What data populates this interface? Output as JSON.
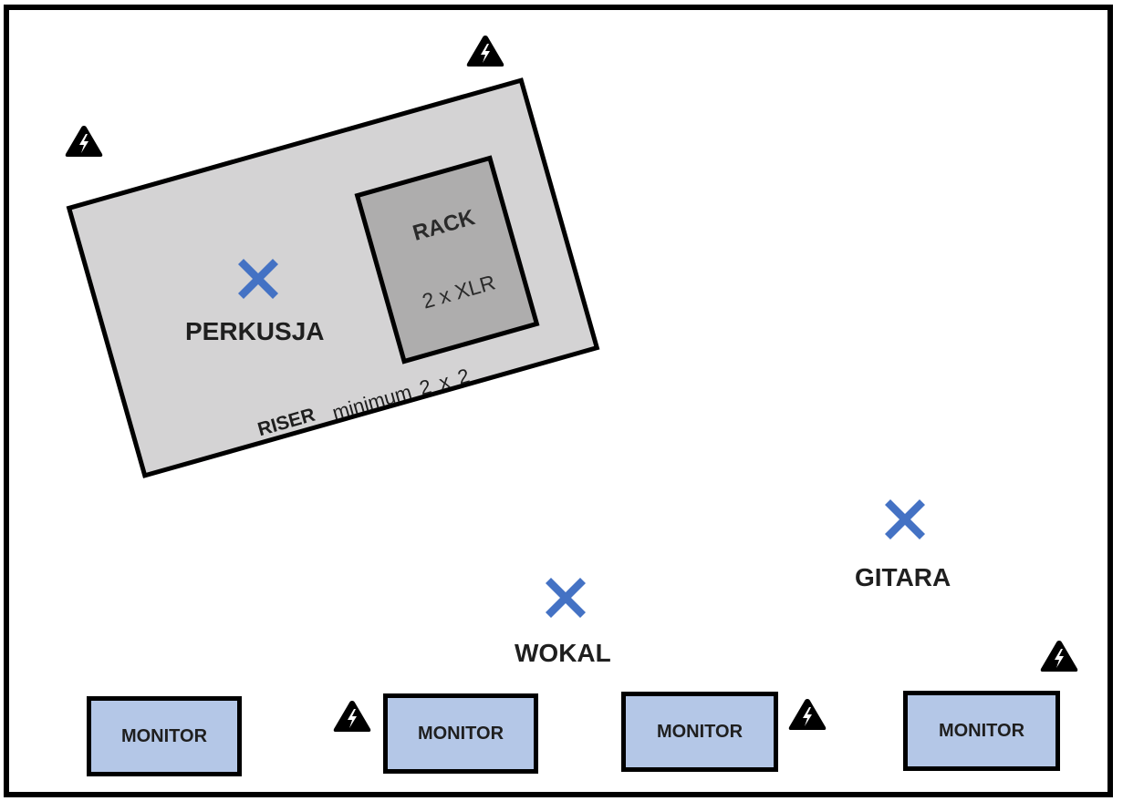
{
  "riser": {
    "title": "RISER",
    "size": "minimum 2 x 2"
  },
  "rack": {
    "title": "RACK",
    "inputs": "2 x XLR"
  },
  "positions": {
    "perkusja": "PERKUSJA",
    "wokal": "WOKAL",
    "gitara": "GITARA"
  },
  "monitors": [
    "MONITOR",
    "MONITOR",
    "MONITOR",
    "MONITOR"
  ],
  "icons": {
    "position_marker": "x-mark-icon",
    "power_outlet": "power-outlet-icon"
  },
  "colors": {
    "riser_fill": "#d4d3d4",
    "rack_fill": "#aeadad",
    "monitor_fill": "#b4c7e7",
    "marker": "#4472c4"
  }
}
